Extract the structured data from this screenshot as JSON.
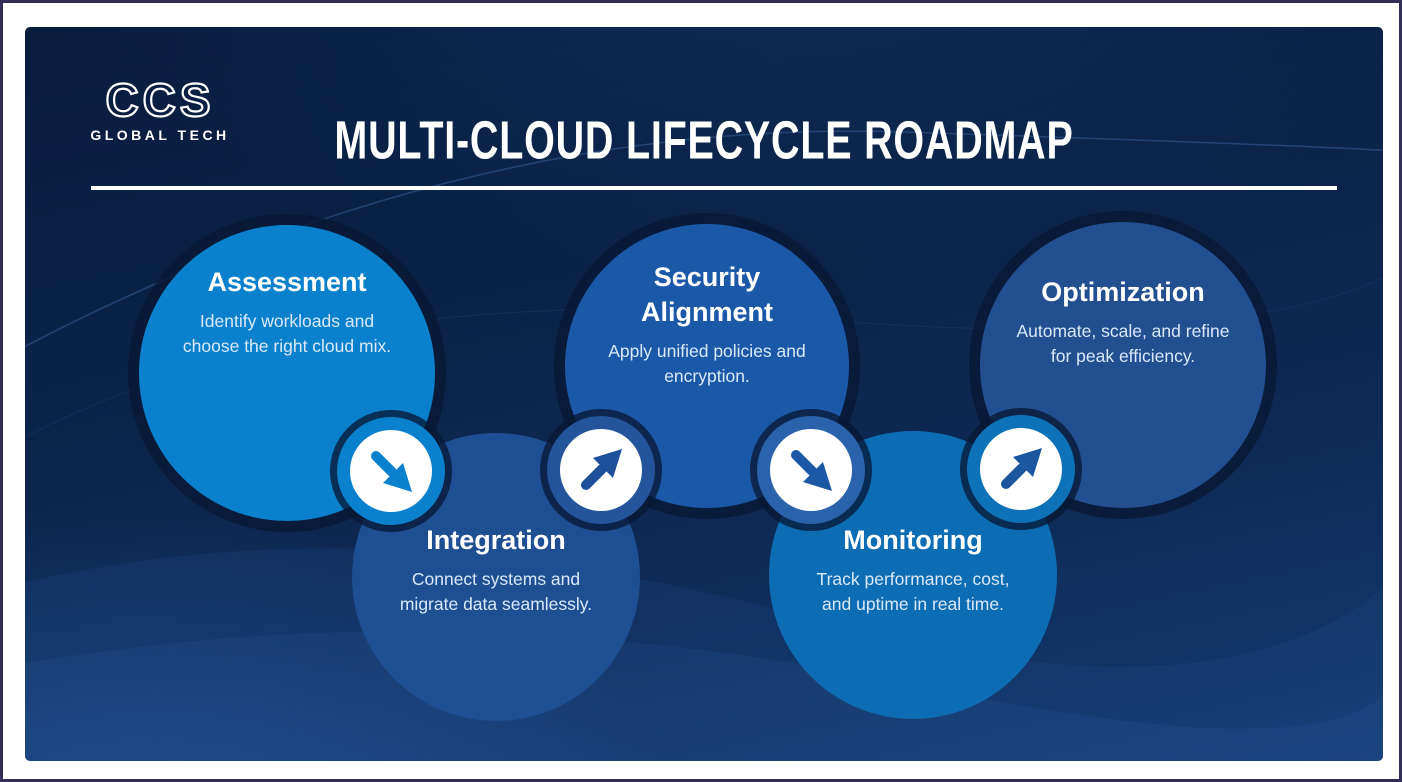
{
  "header": {
    "logo": {
      "brand": "CCS",
      "tagline": "GLOBAL TECH"
    },
    "title": "MULTI-CLOUD LIFECYCLE ROADMAP"
  },
  "stages": [
    {
      "label": "Assessment",
      "description": "Identify workloads and\nchoose the right cloud mix.",
      "color": "#0b80cc"
    },
    {
      "label": "Integration",
      "description": "Connect systems and\nmigrate data seamlessly.",
      "color": "#1f4f93"
    },
    {
      "label": "Security Alignment",
      "description": "Apply unified policies and\nencryption.",
      "color": "#1b58a8"
    },
    {
      "label": "Monitoring",
      "description": "Track performance, cost,\nand uptime in real time.",
      "color": "#0c6cb4"
    },
    {
      "label": "Optimization",
      "description": "Automate, scale, and refine\nfor peak efficiency.",
      "color": "#214f90"
    }
  ],
  "connectors": [
    {
      "direction": "down-right",
      "ring_color": "#0b80cc",
      "arrow_color": "#0b80cc",
      "badge_color": "#ffffff"
    },
    {
      "direction": "up-right",
      "ring_color": "#24549b",
      "arrow_color": "#1e4f9b",
      "badge_color": "#ffffff"
    },
    {
      "direction": "down-right",
      "ring_color": "#2b62ac",
      "arrow_color": "#1c58a6",
      "badge_color": "#ffffff"
    },
    {
      "direction": "up-right",
      "ring_color": "#0d72b8",
      "arrow_color": "#1c55a0",
      "badge_color": "#ffffff"
    }
  ],
  "theme": {
    "panel_background": "#0b2349",
    "panel_background_light": "#15417b",
    "frame_color": "#ffffff",
    "outer_border": "#322e58",
    "divider": "#ffffff",
    "title_color": "#ffffff",
    "description_color": "#d9e9f8"
  }
}
